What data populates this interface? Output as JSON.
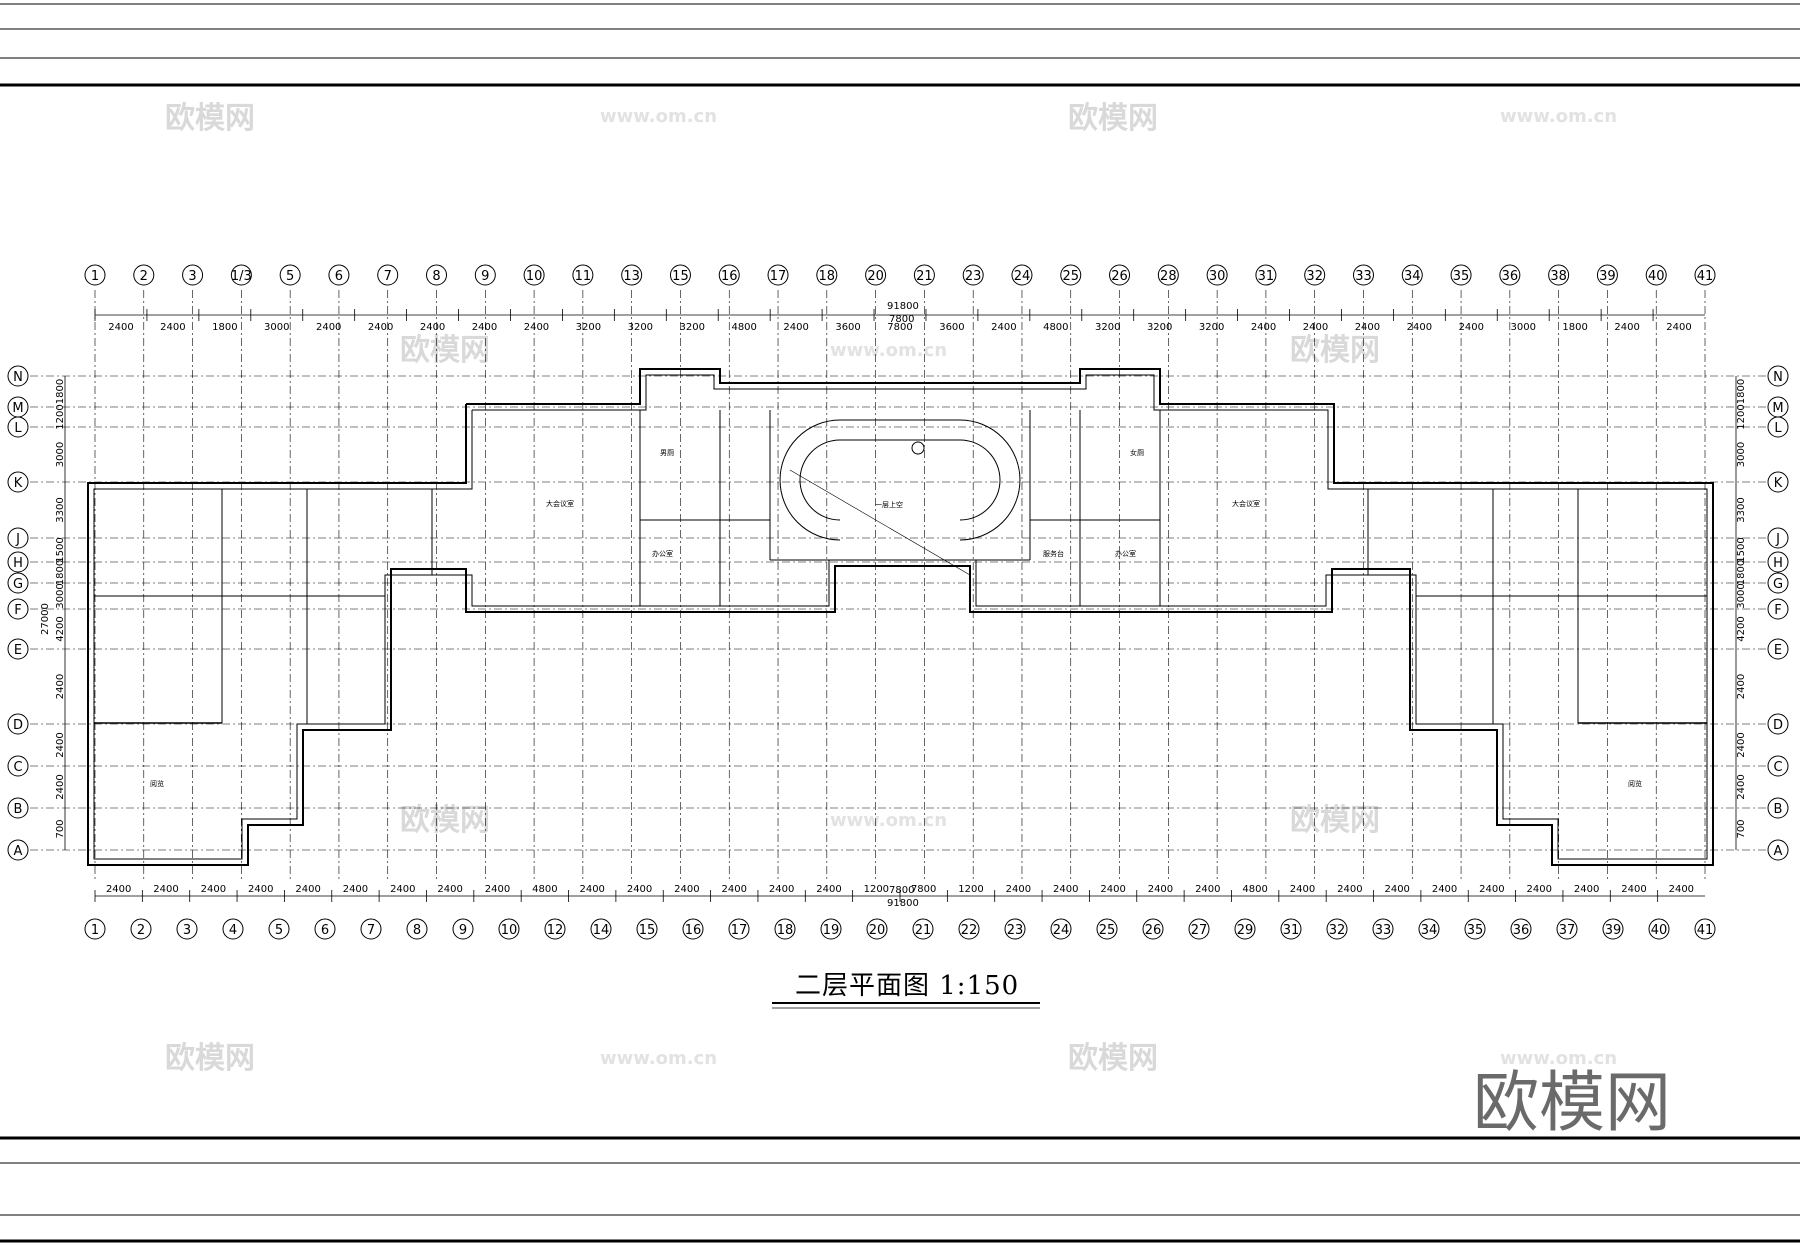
{
  "drawing": {
    "title": "二层平面图 1:150",
    "brand": "欧模网",
    "watermark_cn": "欧模网",
    "watermark_url": "www.om.cn",
    "total_dimension": "91800",
    "center_dimension": "7800",
    "left_height": "27000"
  },
  "axes": {
    "top": [
      "1",
      "2",
      "3",
      "1/3",
      "5",
      "6",
      "7",
      "8",
      "9",
      "10",
      "11",
      "13",
      "15",
      "16",
      "17",
      "18",
      "20",
      "21",
      "23",
      "24",
      "25",
      "26",
      "28",
      "30",
      "31",
      "32",
      "33",
      "34",
      "35",
      "36",
      "38",
      "39",
      "40",
      "41"
    ],
    "bottom": [
      "1",
      "2",
      "3",
      "4",
      "5",
      "6",
      "7",
      "8",
      "9",
      "10",
      "12",
      "14",
      "15",
      "16",
      "17",
      "18",
      "19",
      "20",
      "21",
      "22",
      "23",
      "24",
      "25",
      "26",
      "27",
      "29",
      "31",
      "32",
      "33",
      "34",
      "35",
      "36",
      "37",
      "39",
      "40",
      "41"
    ],
    "rows": [
      "N",
      "M",
      "L",
      "K",
      "J",
      "H",
      "G",
      "F",
      "E",
      "D",
      "C",
      "B",
      "A"
    ]
  },
  "dimensions": {
    "top_spans": [
      "2400",
      "2400",
      "1800",
      "3000",
      "2400",
      "2400",
      "2400",
      "2400",
      "2400",
      "3200",
      "3200",
      "3200",
      "4800",
      "2400",
      "3600",
      "7800",
      "3600",
      "2400",
      "4800",
      "3200",
      "3200",
      "3200",
      "2400",
      "2400",
      "2400",
      "2400",
      "2400",
      "3000",
      "1800",
      "2400",
      "2400"
    ],
    "bottom_spans": [
      "2400",
      "2400",
      "2400",
      "2400",
      "2400",
      "2400",
      "2400",
      "2400",
      "2400",
      "4800",
      "2400",
      "2400",
      "2400",
      "2400",
      "2400",
      "2400",
      "1200",
      "7800",
      "1200",
      "2400",
      "2400",
      "2400",
      "2400",
      "2400",
      "4800",
      "2400",
      "2400",
      "2400",
      "2400",
      "2400",
      "2400",
      "2400",
      "2400",
      "2400"
    ],
    "row_spans": [
      "1800",
      "1200",
      "3000",
      "3300",
      "1500",
      "1800",
      "3000",
      "4200",
      "2400",
      "2400",
      "2400",
      "700"
    ]
  },
  "rooms": {
    "meeting_room": "大会议室",
    "stair_hall": "一层上空",
    "toilet_m": "男厕",
    "toilet_f": "女厕",
    "office": "办公室",
    "reading": "阅览",
    "service": "服务台"
  }
}
